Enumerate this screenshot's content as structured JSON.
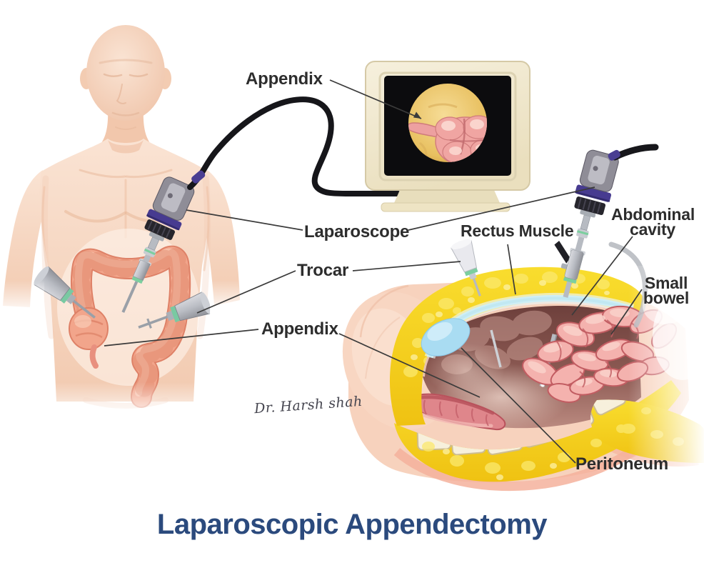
{
  "diagram": {
    "title": "Laparoscopic Appendectomy",
    "signature": "Dr. Harsh shah",
    "labels": {
      "appendix_monitor": "Appendix",
      "laparoscope": "Laparoscope",
      "trocar": "Trocar",
      "appendix_body": "Appendix",
      "rectus_muscle": "Rectus Muscle",
      "abdominal_cavity_line1": "Abdominal",
      "abdominal_cavity_line2": "cavity",
      "small_bowel_line1": "Small",
      "small_bowel_line2": "bowel",
      "peritoneum": "Peritoneum"
    },
    "colors": {
      "title": "#2b4a7d",
      "label_text": "#2d2d2d",
      "leader_line": "#3b3b3b",
      "skin": "#f8dbc8",
      "colon": "#f2a189",
      "fat": "#f6d51c",
      "rectus_muscle": "#cdeef4",
      "abdominal_cavity": "#7c4a46",
      "small_bowel": "#f3afab",
      "appendix": "#df868b",
      "monitor_body": "#f1e9d2",
      "screen": "#0d0d0e",
      "device_purple": "#4a3e92"
    }
  }
}
